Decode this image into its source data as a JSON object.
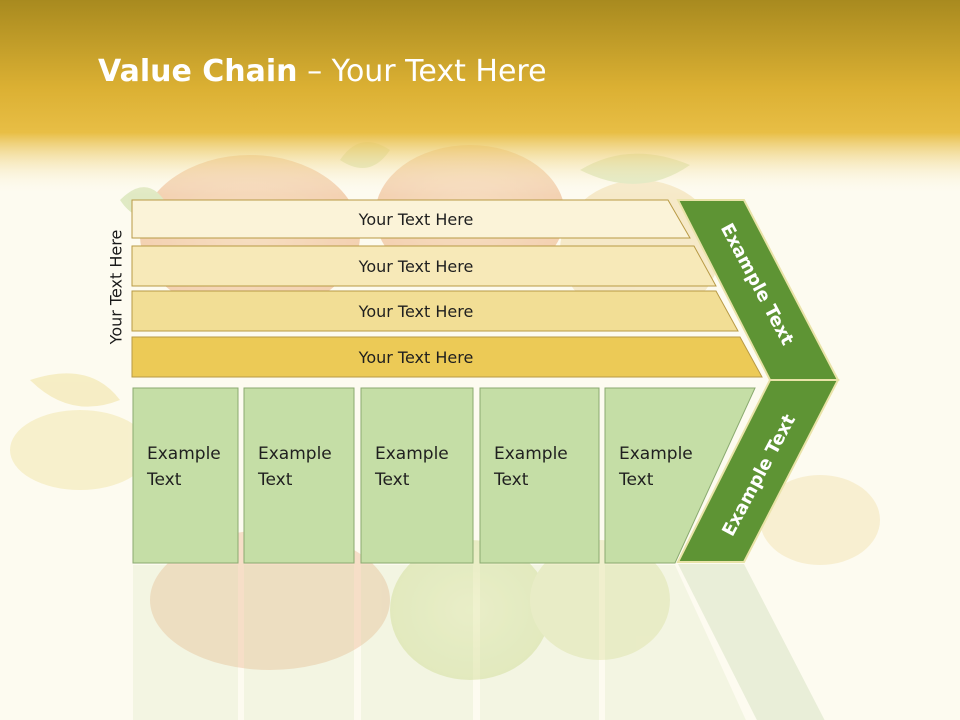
{
  "title": {
    "bold": "Value Chain",
    "rest": "– Your Text Here"
  },
  "side_label": "Your Text Here",
  "rows": [
    "Your Text Here",
    "Your Text Here",
    "Your Text Here",
    "Your Text Here"
  ],
  "columns": [
    "Example\nText",
    "Example\nText",
    "Example\nText",
    "Example\nText",
    "Example\nText"
  ],
  "arrow_top": "Example Text",
  "arrow_bottom": "Example Text",
  "colors": {
    "band_top": "#a88a1f",
    "band_mid": "#e6b83a",
    "row_fills": [
      "#fbf3d8",
      "#f7e9b8",
      "#f2de95",
      "#ecca56"
    ],
    "row_stroke": "#b89a45",
    "column_fill": "#c5dea6",
    "column_stroke": "#8aaa70",
    "arrow_fill": "#5e9434",
    "arrow_stroke": "#e9e3a8"
  }
}
